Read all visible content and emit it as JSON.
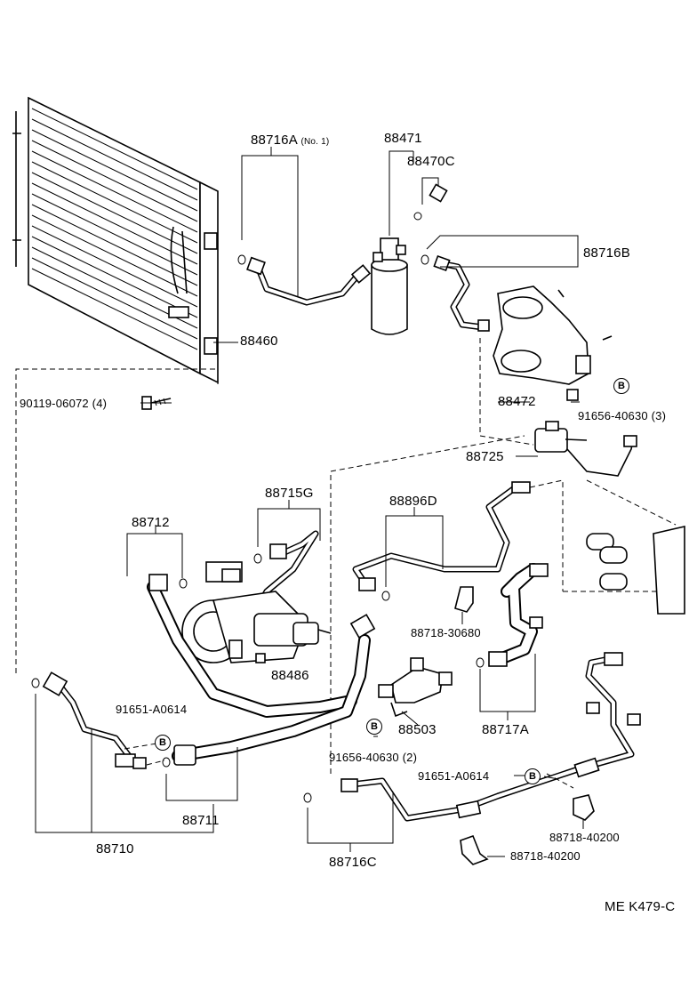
{
  "labels": {
    "p88716A": "88716A",
    "p88716A_note": "(No. 1)",
    "p88471": "88471",
    "p88470C": "88470C",
    "p88716B": "88716B",
    "p88460": "88460",
    "p90119": "90119-06072 (4)",
    "p88472": "88472",
    "p91656a": "91656-40630 (3)",
    "p88725": "88725",
    "p88715G": "88715G",
    "p88896D": "88896D",
    "p88712": "88712",
    "p88718_30680": "88718-30680",
    "p88486": "88486",
    "p91651a": "91651-A0614",
    "p88503": "88503",
    "p88717A": "88717A",
    "p91656b": "91656-40630 (2)",
    "p91651b": "91651-A0614",
    "p88711": "88711",
    "p88718_40200a": "88718-40200",
    "p88718_40200b": "88718-40200",
    "p88710": "88710",
    "p88716C": "88716C",
    "ref": "ME K479-C",
    "bolt_mark": "B"
  }
}
